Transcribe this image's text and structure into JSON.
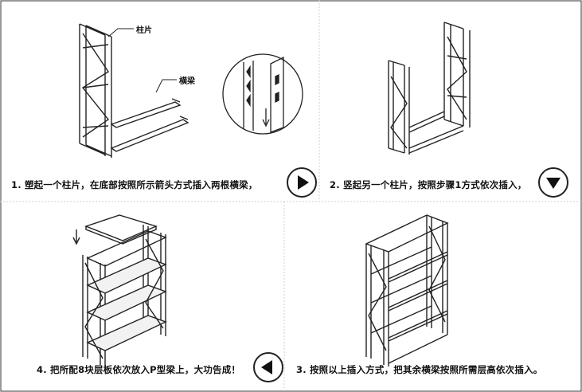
{
  "labels": {
    "upright": "柱片",
    "beam": "横梁"
  },
  "steps": [
    {
      "text": "1. 塑起一个柱片，在底部按照所示箭头方式插入两根横梁，"
    },
    {
      "text": "2. 竖起另一个柱片，按照步骤1方式依次插入，"
    },
    {
      "text": "3. 按照以上插入方式，把其余横梁按照所需层高依次插入。"
    },
    {
      "text": "4. 把所配8块层板依次放入P型梁上，大功告成！"
    }
  ],
  "nav": [
    {
      "icon": "arrow-right-icon"
    },
    {
      "icon": "arrow-down-icon"
    },
    {
      "icon": "arrow-left-icon"
    }
  ],
  "colors": {
    "line": "#222222",
    "grid": "#cfcfcf"
  }
}
